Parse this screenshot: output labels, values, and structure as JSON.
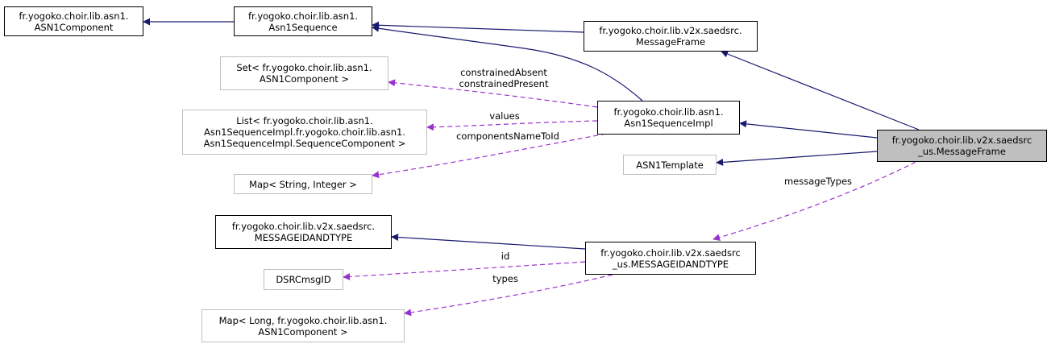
{
  "colors": {
    "inherit": "#191970",
    "usage": "#9a32cd",
    "external_border": "#bfbfbf",
    "focus_fill": "#bfbfbf"
  },
  "nodes": {
    "asn1component": [
      "fr.yogoko.choir.lib.asn1.",
      "ASN1Component"
    ],
    "asn1sequence": [
      "fr.yogoko.choir.lib.asn1.",
      "Asn1Sequence"
    ],
    "v2x_messageframe": [
      "fr.yogoko.choir.lib.v2x.saedsrc.",
      "MessageFrame"
    ],
    "set_component": [
      "Set< fr.yogoko.choir.lib.asn1.",
      "ASN1Component >"
    ],
    "asn1sequenceimpl": [
      "fr.yogoko.choir.lib.asn1.",
      "Asn1SequenceImpl"
    ],
    "list_component": [
      "List< fr.yogoko.choir.lib.asn1.",
      "Asn1SequenceImpl.fr.yogoko.choir.lib.asn1.",
      "Asn1SequenceImpl.SequenceComponent >"
    ],
    "us_messageframe": [
      "fr.yogoko.choir.lib.v2x.saedsrc",
      "_us.MessageFrame"
    ],
    "asn1template": [
      "ASN1Template"
    ],
    "map_string_integer": [
      "Map< String, Integer >"
    ],
    "v2x_messageidandtype": [
      "fr.yogoko.choir.lib.v2x.saedsrc.",
      "MESSAGEIDANDTYPE"
    ],
    "us_messageidandtype": [
      "fr.yogoko.choir.lib.v2x.saedsrc",
      "_us.MESSAGEIDANDTYPE"
    ],
    "dsrcmsgid": [
      "DSRCmsgID"
    ],
    "map_long_component": [
      "Map< Long, fr.yogoko.choir.lib.asn1.",
      "ASN1Component >"
    ]
  },
  "edge_labels": {
    "constrained": [
      "constrainedAbsent",
      "constrainedPresent"
    ],
    "values": [
      "values"
    ],
    "components_name_to_id": [
      "componentsNameToId"
    ],
    "message_types": [
      "messageTypes"
    ],
    "id": [
      "id"
    ],
    "types": [
      "types"
    ]
  }
}
